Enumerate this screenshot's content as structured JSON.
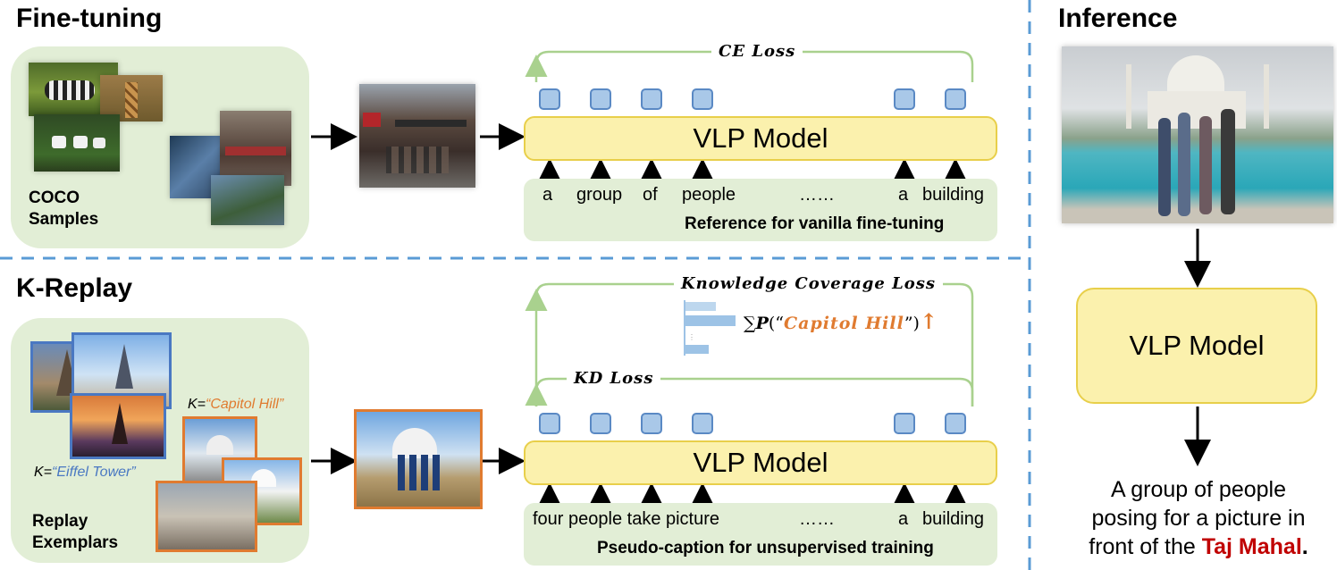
{
  "fine_tuning": {
    "title": "Fine-tuning",
    "panel_label": "COCO\nSamples",
    "model_label": "VLP Model",
    "loss_label": "CE Loss",
    "caption_words": [
      "a",
      "group",
      "of",
      "people",
      "……",
      "a",
      "building"
    ],
    "caption_label": "Reference for vanilla fine-tuning"
  },
  "k_replay": {
    "title": "K-Replay",
    "panel_label": "Replay\nExemplars",
    "k_eiffel_prefix": "K=",
    "k_eiffel_value": "“Eiffel Tower”",
    "k_capitol_prefix": "K=",
    "k_capitol_value": "“Capitol Hill”",
    "model_label": "VLP Model",
    "kd_loss_label": "KD Loss",
    "coverage_loss_label": "Knowledge Coverage Loss",
    "formula_prefix": "∑",
    "formula_p": "P",
    "formula_open": "(“",
    "formula_term": "Capitol Hill",
    "formula_close": "”)",
    "formula_arrow": "↑",
    "caption_words": [
      "four people take picture",
      "……",
      "a",
      "building"
    ],
    "caption_label": "Pseudo-caption for unsupervised training"
  },
  "inference": {
    "title": "Inference",
    "model_label": "VLP Model",
    "output_line1": "A group of people",
    "output_line2": "posing for a picture in",
    "output_line3_prefix": "front of the ",
    "output_highlight": "Taj Mahal",
    "output_suffix": "."
  },
  "colors": {
    "panel_green": "#e2eed6",
    "model_yellow": "#fbf1ad",
    "token_blue": "#a9c8e8",
    "divider_blue": "#5a9bd5",
    "loss_arrow_green": "#a9d18e",
    "highlight_orange": "#e07b30",
    "eiffel_blue": "#4a78c2",
    "taj_red": "#c00000"
  }
}
